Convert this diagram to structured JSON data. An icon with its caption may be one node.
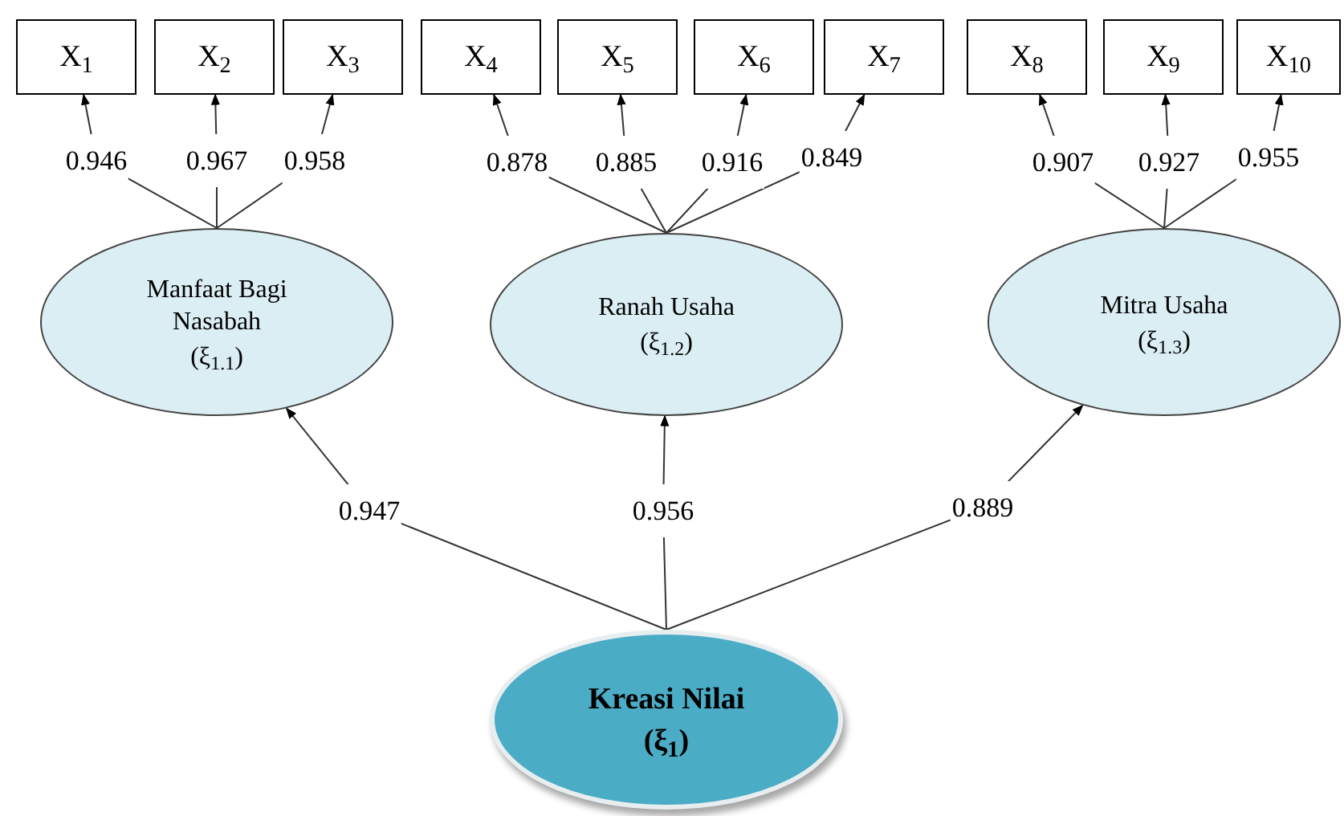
{
  "diagram": {
    "nodes": [
      {
        "text": [
          "X$_{1}$"
        ]
      },
      {
        "text": [
          "X$_{2}$"
        ]
      },
      {
        "text": [
          "X$_{3}$"
        ]
      },
      {
        "text": [
          "X$_{4}$"
        ]
      },
      {
        "text": [
          "X$_{5}$"
        ]
      },
      {
        "text": [
          "X$_{6}$"
        ]
      },
      {
        "text": [
          "X$_{7}$"
        ]
      },
      {
        "text": [
          "X$_{8}$"
        ]
      },
      {
        "text": [
          "X$_{9}$"
        ]
      },
      {
        "text": [
          "X$_{10}$"
        ]
      },
      {
        "text": [
          "Manfaat Bagi Nasabah",
          "(ξ$_{1.1}$)"
        ]
      },
      {
        "text": [
          "Ranah Usaha",
          "(ξ$_{1.2}$)"
        ]
      },
      {
        "text": [
          "Mitra Usaha",
          "(ξ$_{1.3}$)"
        ]
      },
      {
        "text": [
          "Kreasi Nilai",
          "(ξ$_{1}$)"
        ]
      }
    ],
    "edges": [
      {
        "from": 10,
        "to": 0,
        "arrow": "to",
        "label": "0.946"
      },
      {
        "from": 10,
        "to": 1,
        "arrow": "to",
        "label": "0.967"
      },
      {
        "from": 10,
        "to": 2,
        "arrow": "to",
        "label": "0.958"
      },
      {
        "from": 11,
        "to": 3,
        "arrow": "to",
        "label": "0.878"
      },
      {
        "from": 11,
        "to": 4,
        "arrow": "to",
        "label": "0.885"
      },
      {
        "from": 11,
        "to": 5,
        "arrow": "to",
        "label": "0.916"
      },
      {
        "from": 11,
        "to": 6,
        "arrow": "to",
        "label": "0.849"
      },
      {
        "from": 12,
        "to": 7,
        "arrow": "to",
        "label": "0.907"
      },
      {
        "from": 12,
        "to": 8,
        "arrow": "to",
        "label": "0.927"
      },
      {
        "from": 12,
        "to": 9,
        "arrow": "to",
        "label": "0.955"
      },
      {
        "from": 13,
        "to": 10,
        "arrow": "to",
        "label": "0.947"
      },
      {
        "from": 13,
        "to": 11,
        "arrow": "to",
        "label": "0.956"
      },
      {
        "from": 13,
        "to": 12,
        "arrow": "to",
        "label": "0.889"
      }
    ]
  }
}
